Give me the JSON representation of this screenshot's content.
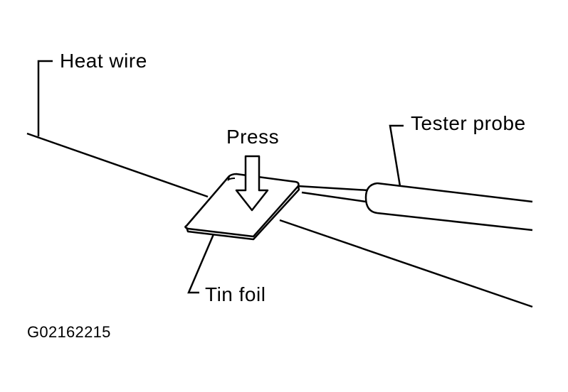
{
  "labels": {
    "heat_wire": "Heat wire",
    "tester_probe": "Tester probe",
    "press": "Press",
    "tin_foil": "Tin foil"
  },
  "figure_code": "G02162215",
  "colors": {
    "line": "#000000",
    "background": "#ffffff"
  }
}
